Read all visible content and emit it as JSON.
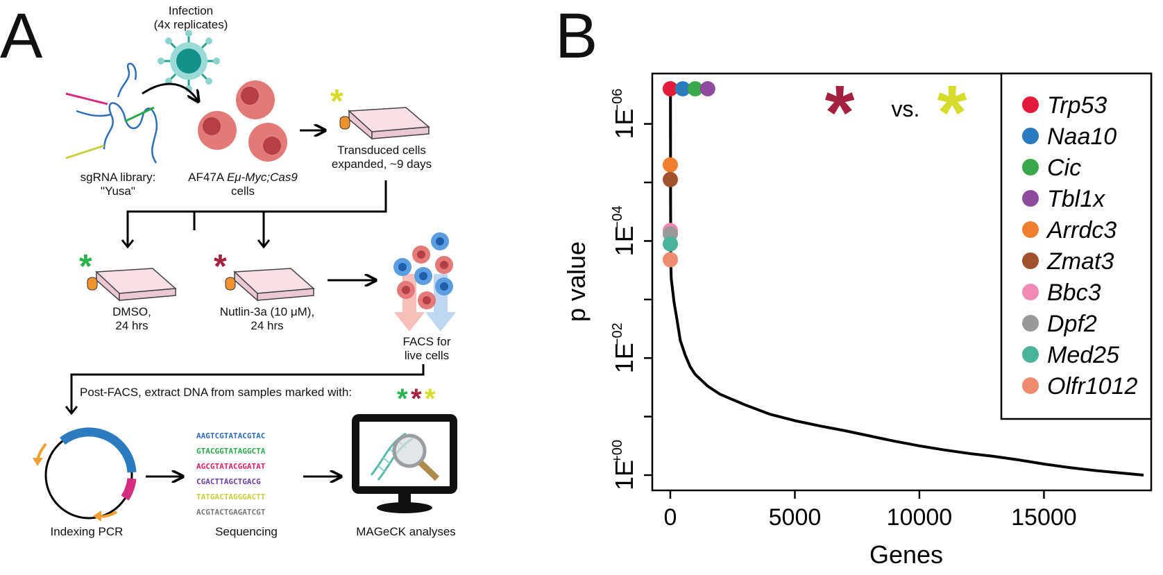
{
  "panel_a": {
    "letter": "A",
    "infection_label": [
      "Infection",
      "(4x replicates)"
    ],
    "library_label": [
      "sgRNA library:",
      "\"Yusa\""
    ],
    "cells_label_prefix": "AF47A ",
    "cells_label_italic": "Eμ-Myc;Cas9",
    "cells_label_line2": "cells",
    "transduced_label": [
      "Transduced cells",
      "expanded, ~9 days"
    ],
    "dmso_label": [
      "DMSO,",
      "24 hrs"
    ],
    "nutlin_label": [
      "Nutlin-3a (10 μM),",
      "24 hrs"
    ],
    "facs_label": [
      "FACS for",
      "live cells"
    ],
    "postfacs_label": "Post-FACS, extract DNA from samples marked with:",
    "indexing_label": "Indexing PCR",
    "sequencing_label": "Sequencing",
    "mageck_label": "MAGeCK analyses",
    "sequences": [
      {
        "text": "AAGTCGTATACGTAC",
        "color": "#2f6db5"
      },
      {
        "text": "GTACGGTATAGGCTA",
        "color": "#2aa84a"
      },
      {
        "text": "AGCGTATACGGATAT",
        "color": "#e0245e"
      },
      {
        "text": "CGACTTAGCTGACG",
        "color": "#6b3fa0"
      },
      {
        "text": "TATGACTAGGGACTT",
        "color": "#c8cf3a"
      },
      {
        "text": "ACGTACTGAGATCGT",
        "color": "#777777"
      }
    ],
    "star_colors": {
      "green": "#2bb24c",
      "red": "#a4213f",
      "yellow": "#d6dc2a"
    }
  },
  "panel_b": {
    "letter": "B",
    "comparison_vs": "vs.",
    "legend": [
      {
        "name": "Trp53",
        "color": "#e41a3b"
      },
      {
        "name": "Naa10",
        "color": "#2c7bbf"
      },
      {
        "name": "Cic",
        "color": "#3aa84a"
      },
      {
        "name": "Tbl1x",
        "color": "#8e4b9e"
      },
      {
        "name": "Arrdc3",
        "color": "#f08030"
      },
      {
        "name": "Zmat3",
        "color": "#a0522d"
      },
      {
        "name": "Bbc3",
        "color": "#f08ab4"
      },
      {
        "name": "Dpf2",
        "color": "#999999"
      },
      {
        "name": "Med25",
        "color": "#4ab39a"
      },
      {
        "name": "Olfr1012",
        "color": "#f08a6e"
      }
    ]
  },
  "chart_data": {
    "type": "line",
    "xlabel": "Genes",
    "ylabel": "p value",
    "xlim": [
      -800,
      19500
    ],
    "ylim_log10_neglog": [
      0,
      6.6
    ],
    "x_ticks": [
      0,
      5000,
      10000,
      15000
    ],
    "x_tick_labels": [
      "0",
      "5000",
      "10000",
      "15000"
    ],
    "y_ticks_neglog10": [
      0,
      1,
      2,
      3,
      4,
      5,
      6
    ],
    "y_tick_labels": [
      {
        "pos": 0,
        "base": "1E",
        "exp": "+00"
      },
      {
        "pos": 2,
        "base": "1E",
        "exp": "−02"
      },
      {
        "pos": 4,
        "base": "1E",
        "exp": "−04"
      },
      {
        "pos": 6,
        "base": "1E",
        "exp": "−06"
      }
    ],
    "series": [
      {
        "values_neglog10": [
          [
            0,
            6.6
          ],
          [
            5,
            6.58
          ],
          [
            10,
            4.6
          ],
          [
            20,
            3.6
          ],
          [
            40,
            3.35
          ],
          [
            80,
            3.2
          ],
          [
            150,
            2.95
          ],
          [
            250,
            2.7
          ],
          [
            400,
            2.3
          ],
          [
            600,
            2.05
          ],
          [
            800,
            1.85
          ],
          [
            1000,
            1.72
          ],
          [
            1500,
            1.52
          ],
          [
            2000,
            1.38
          ],
          [
            3000,
            1.2
          ],
          [
            4000,
            1.04
          ],
          [
            5000,
            0.93
          ],
          [
            6000,
            0.84
          ],
          [
            7000,
            0.76
          ],
          [
            8000,
            0.67
          ],
          [
            9000,
            0.58
          ],
          [
            10000,
            0.5
          ],
          [
            11000,
            0.43
          ],
          [
            12000,
            0.37
          ],
          [
            13000,
            0.32
          ],
          [
            14000,
            0.26
          ],
          [
            15000,
            0.19
          ],
          [
            16000,
            0.13
          ],
          [
            17000,
            0.08
          ],
          [
            18000,
            0.04
          ],
          [
            19000,
            0.0
          ]
        ]
      }
    ],
    "highlighted_genes": [
      {
        "name": "Trp53",
        "x": 0,
        "neglog10_p": 6.6
      },
      {
        "name": "Naa10",
        "x": 500,
        "neglog10_p": 6.6
      },
      {
        "name": "Cic",
        "x": 1000,
        "neglog10_p": 6.6
      },
      {
        "name": "Tbl1x",
        "x": 1500,
        "neglog10_p": 6.6
      },
      {
        "name": "Arrdc3",
        "x": 0,
        "neglog10_p": 5.3
      },
      {
        "name": "Zmat3",
        "x": 0,
        "neglog10_p": 5.05
      },
      {
        "name": "Bbc3",
        "x": 0,
        "neglog10_p": 4.18
      },
      {
        "name": "Dpf2",
        "x": 0,
        "neglog10_p": 4.12
      },
      {
        "name": "Med25",
        "x": 0,
        "neglog10_p": 3.95
      },
      {
        "name": "Olfr1012",
        "x": 0,
        "neglog10_p": 3.68
      }
    ],
    "grid": false,
    "legend_position": "right"
  }
}
